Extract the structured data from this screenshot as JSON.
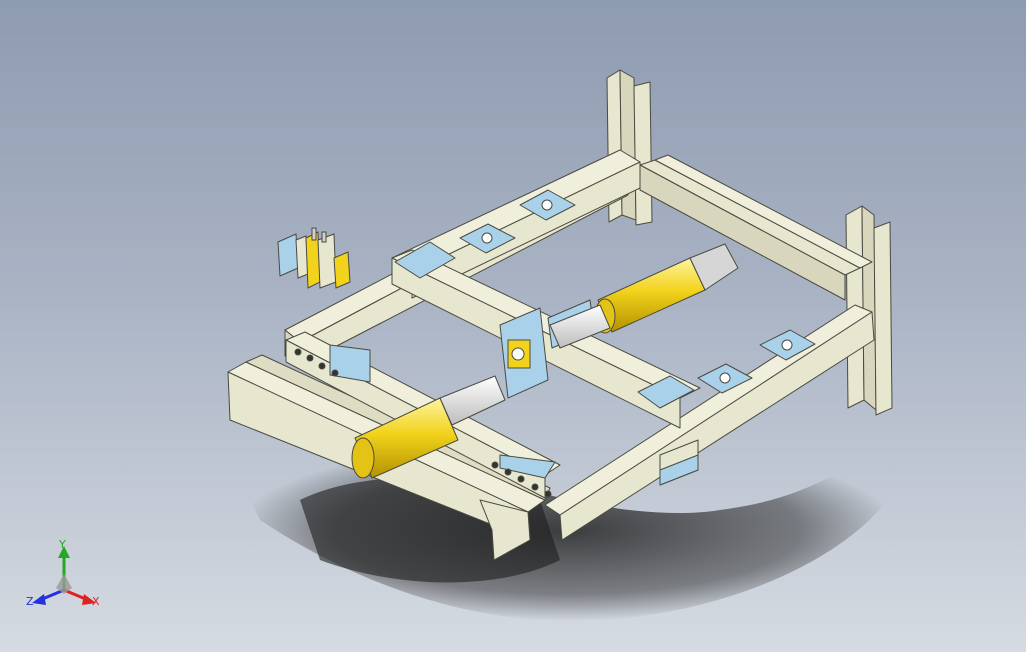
{
  "viewport": {
    "background_top": "#8e9bb0",
    "background_bottom": "#d6dbe2"
  },
  "model": {
    "colors": {
      "steel_beam": "#e7e6cf",
      "steel_edge": "#4a4a40",
      "bracket_plate": "#a9d2ea",
      "cylinder": "#f2d21b",
      "piston_rod": "#f4f4f4",
      "shadow": "#2a2a2a"
    },
    "parts": [
      "frame-beam",
      "vertical-post",
      "mounting-plate",
      "hydraulic-cylinder",
      "piston-rod",
      "exploded-bracket-assembly"
    ]
  },
  "triad": {
    "y_label": "Y",
    "z_label": "Z",
    "x_label": "X",
    "y_color": "#22aa22",
    "z_color": "#2233dd",
    "x_color": "#dd2222"
  }
}
